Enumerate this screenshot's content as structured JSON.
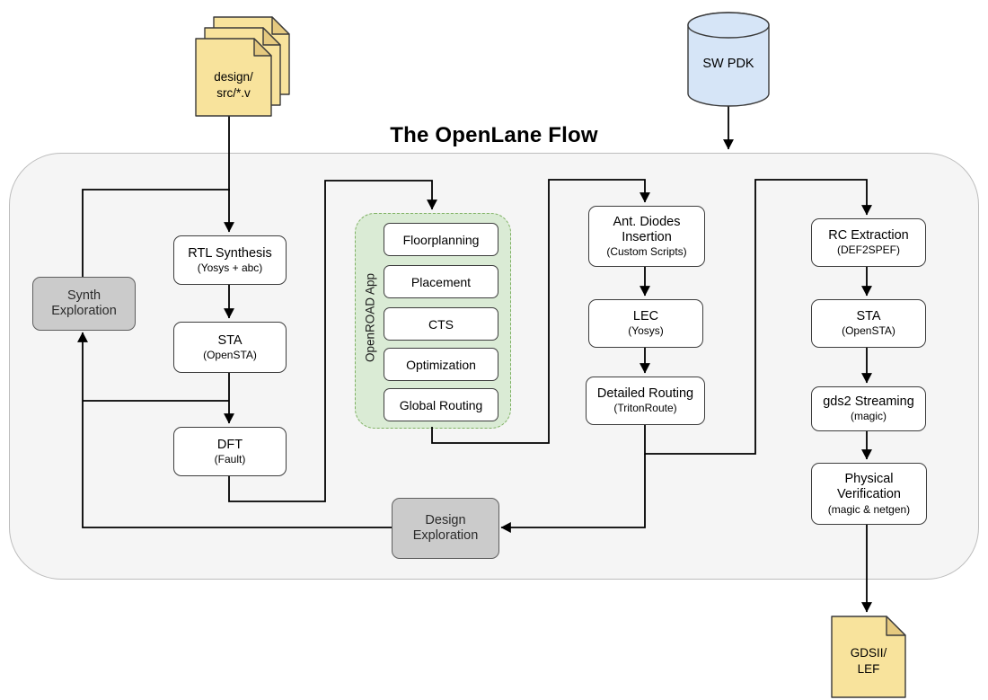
{
  "title": "The OpenLane Flow",
  "colors": {
    "note_yellow": "#f8e39c",
    "note_fold": "#e5c97f",
    "pdk_blue": "#d6e5f7",
    "openroad_green_fill": "#daebd5",
    "openroad_green_border": "#7fb163",
    "exploration_gray": "#cbcbcb",
    "container_gray": "#f5f5f5",
    "line_black": "#000000"
  },
  "inputs": {
    "design_files": {
      "line1": "design/",
      "line2": "src/*.v"
    },
    "pdk": {
      "label": "SW PDK"
    }
  },
  "left_column": {
    "rtl_synthesis": {
      "label": "RTL Synthesis",
      "sub": "(Yosys + abc)"
    },
    "sta": {
      "label": "STA",
      "sub": "(OpenSTA)"
    },
    "dft": {
      "label": "DFT",
      "sub": "(Fault)"
    },
    "synth_exploration": {
      "line1": "Synth",
      "line2": "Exploration"
    }
  },
  "openroad": {
    "label": "OpenROAD App",
    "steps": [
      "Floorplanning",
      "Placement",
      "CTS",
      "Optimization",
      "Global Routing"
    ]
  },
  "middle_column": {
    "ant_diodes": {
      "line1": "Ant. Diodes",
      "line2": "Insertion",
      "sub": "(Custom Scripts)"
    },
    "lec": {
      "label": "LEC",
      "sub": "(Yosys)"
    },
    "detailed_routing": {
      "label": "Detailed Routing",
      "sub": "(TritonRoute)"
    }
  },
  "right_column": {
    "rc_extraction": {
      "label": "RC Extraction",
      "sub": "(DEF2SPEF)"
    },
    "sta": {
      "label": "STA",
      "sub": "(OpenSTA)"
    },
    "gds2_streaming": {
      "label": "gds2 Streaming",
      "sub": "(magic)"
    },
    "physical_verification": {
      "line1": "Physical",
      "line2": "Verification",
      "sub": "(magic & netgen)"
    }
  },
  "bottom": {
    "design_exploration": {
      "line1": "Design",
      "line2": "Exploration"
    }
  },
  "output": {
    "gdsii": {
      "line1": "GDSII/",
      "line2": "LEF"
    }
  }
}
